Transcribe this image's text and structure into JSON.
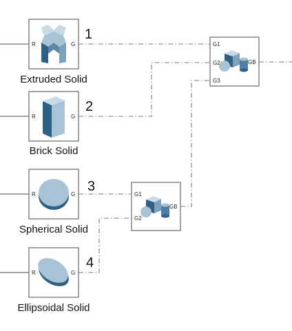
{
  "blocks": {
    "extruded": {
      "caption": "Extruded Solid",
      "port_in": "R",
      "port_out": "G",
      "number": "1"
    },
    "brick": {
      "caption": "Brick Solid",
      "port_in": "R",
      "port_out": "G",
      "number": "2"
    },
    "spherical": {
      "caption": "Spherical Solid",
      "port_in": "R",
      "port_out": "G",
      "number": "3"
    },
    "ellipsoidal": {
      "caption": "Ellipsoidal Solid",
      "port_in": "R",
      "port_out": "G",
      "number": "4"
    },
    "group_top": {
      "ports_in": [
        "G1",
        "G2",
        "G3"
      ],
      "port_out": "GB"
    },
    "group_bottom": {
      "ports_in": [
        "G1",
        "G2"
      ],
      "port_out": "GB"
    }
  },
  "colors": {
    "solid_light": "#a9c3d6",
    "solid_mid": "#7fa1bb",
    "solid_dark": "#2f5f82",
    "frame": "#8c8c8c",
    "wire": "#7a7a7a"
  }
}
